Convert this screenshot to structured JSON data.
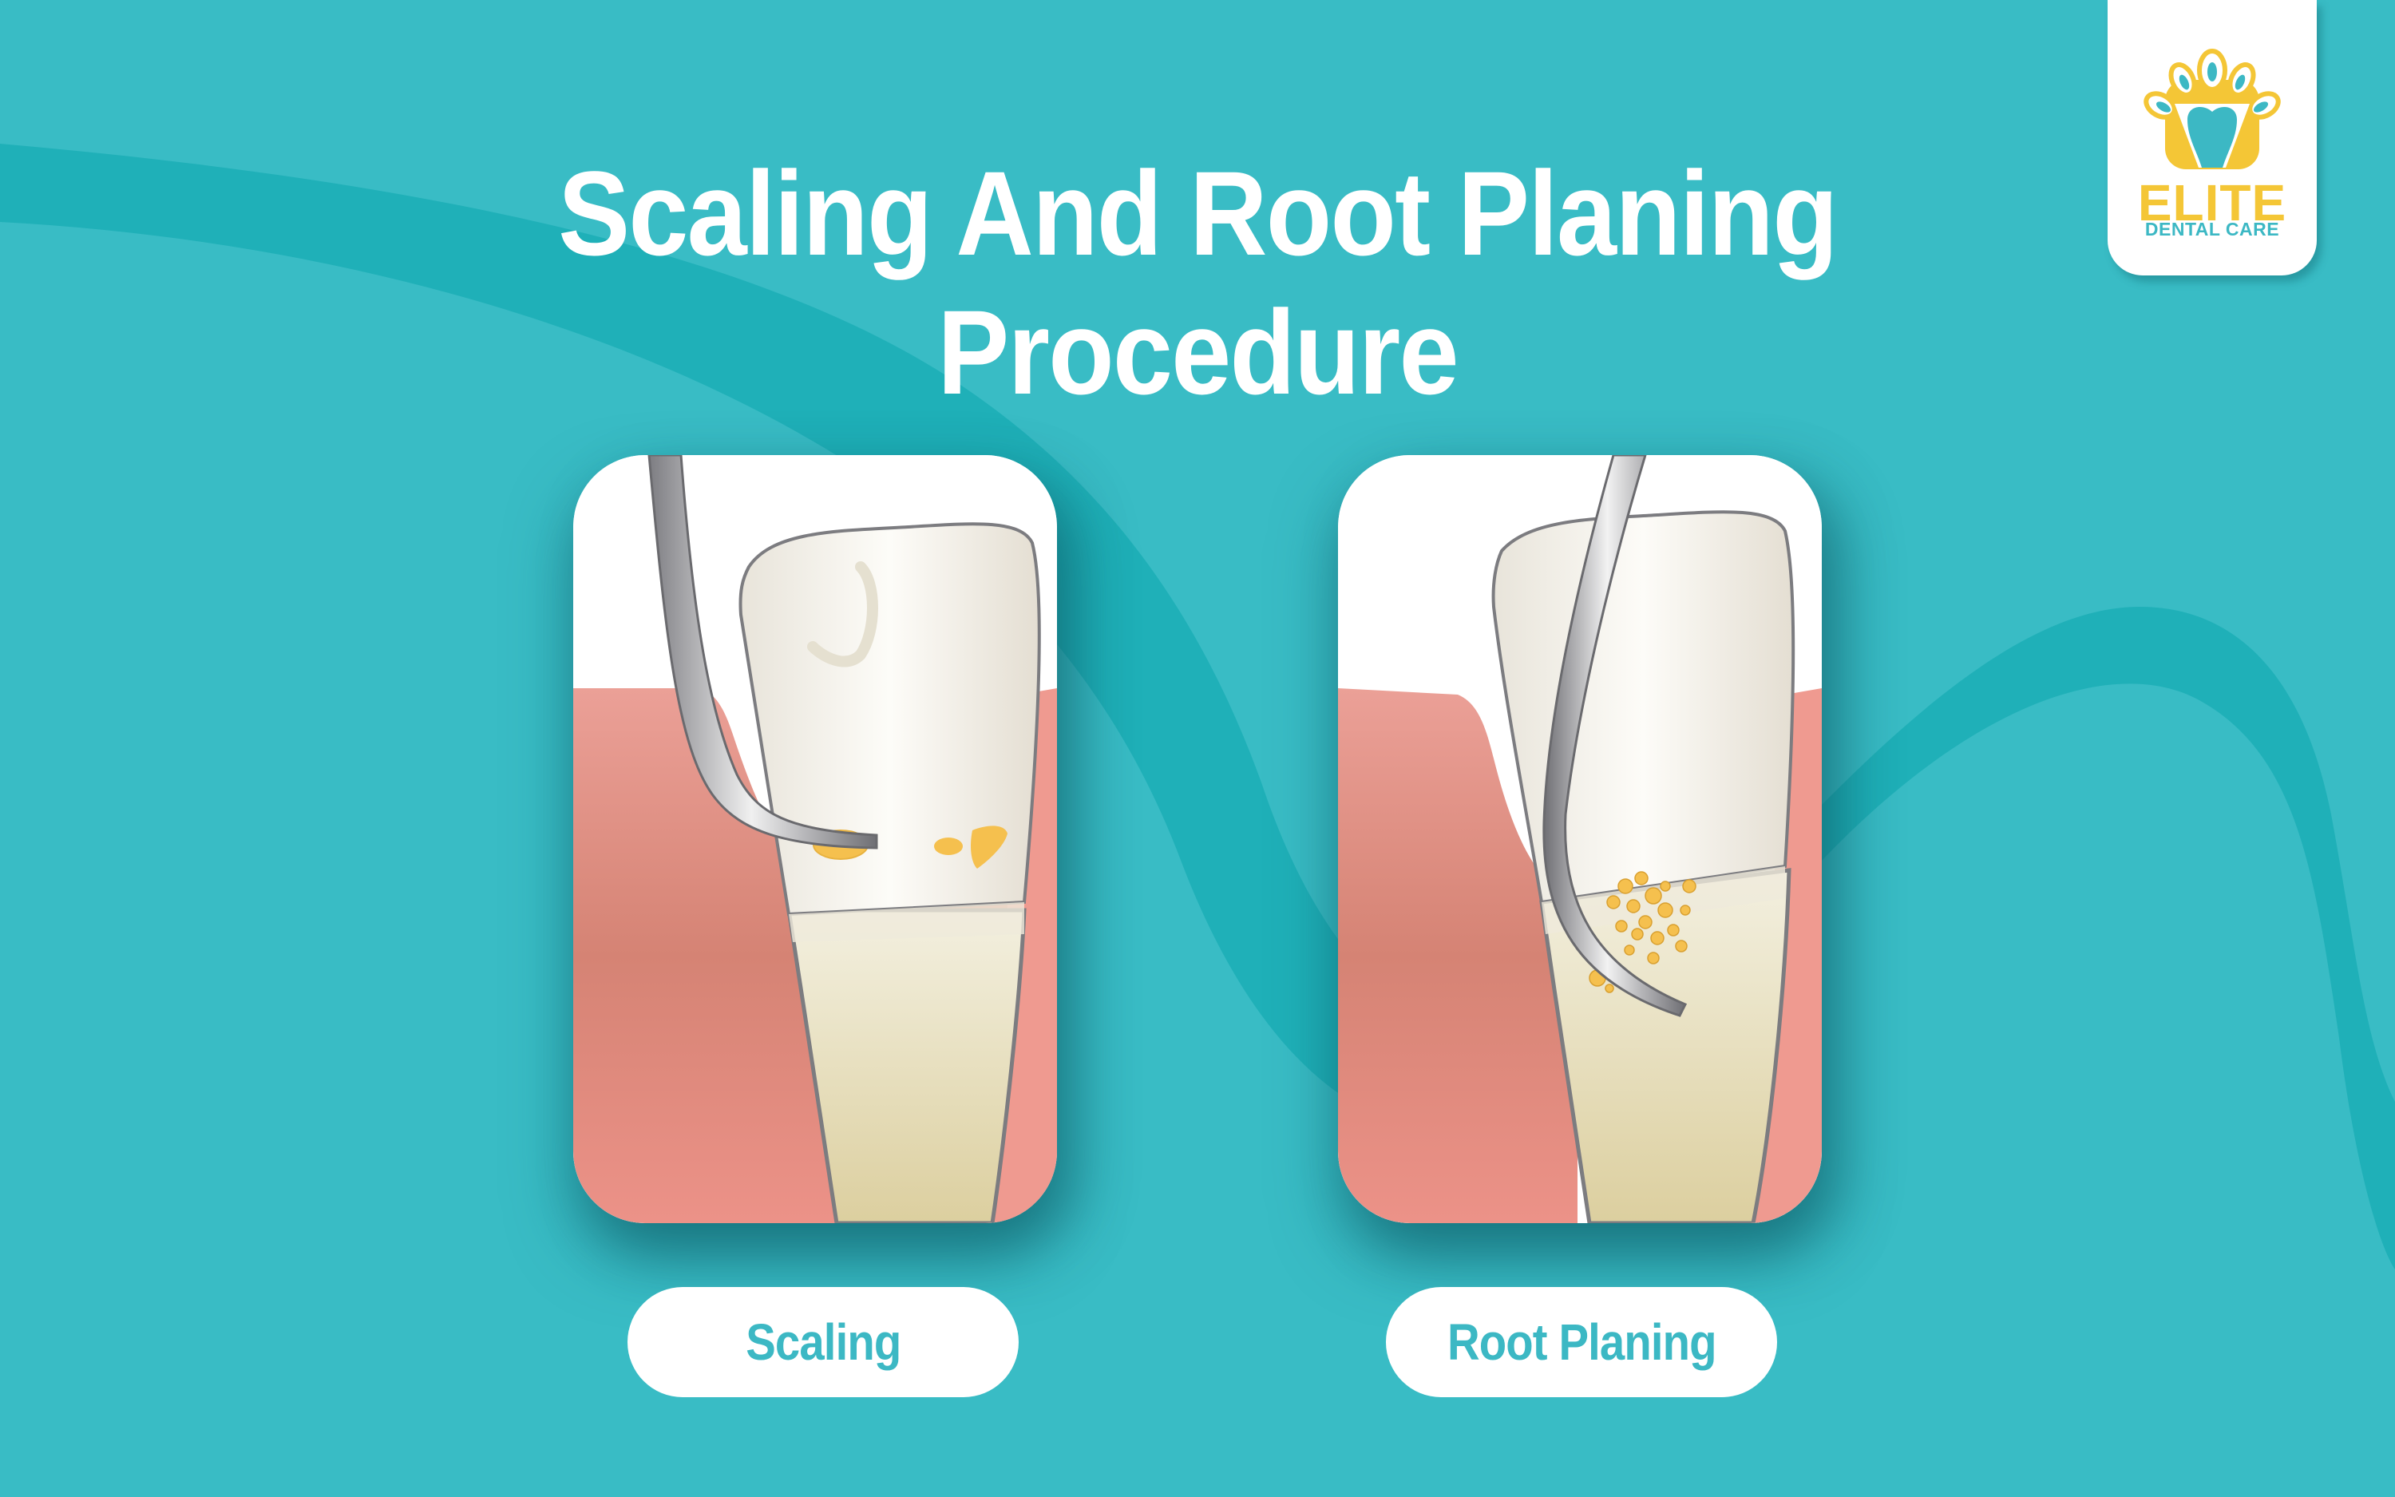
{
  "title": {
    "line1": "Scaling And Root Planing",
    "line2": "Procedure"
  },
  "logo": {
    "icon": "tooth-crown-logo-icon",
    "brand": "ELITE",
    "subtitle": "DENTAL CARE"
  },
  "panels": [
    {
      "name": "scaling",
      "label": "Scaling",
      "illustration": "tooth-scaler-calculus-illustration"
    },
    {
      "name": "root-planing",
      "label": "Root Planing",
      "illustration": "tooth-curette-root-planing-illustration"
    }
  ],
  "colors": {
    "background": "#39bcc5",
    "wave": "#1fb0b8",
    "gum": "#ee9a90",
    "gum_dark": "#d07e70",
    "enamel": "#f7f5ef",
    "root": "#e6ddb6",
    "calculus": "#f5c04e",
    "logo_yellow": "#f4c636",
    "logo_teal": "#3cb8c4",
    "label_text": "#3cb8c4"
  }
}
